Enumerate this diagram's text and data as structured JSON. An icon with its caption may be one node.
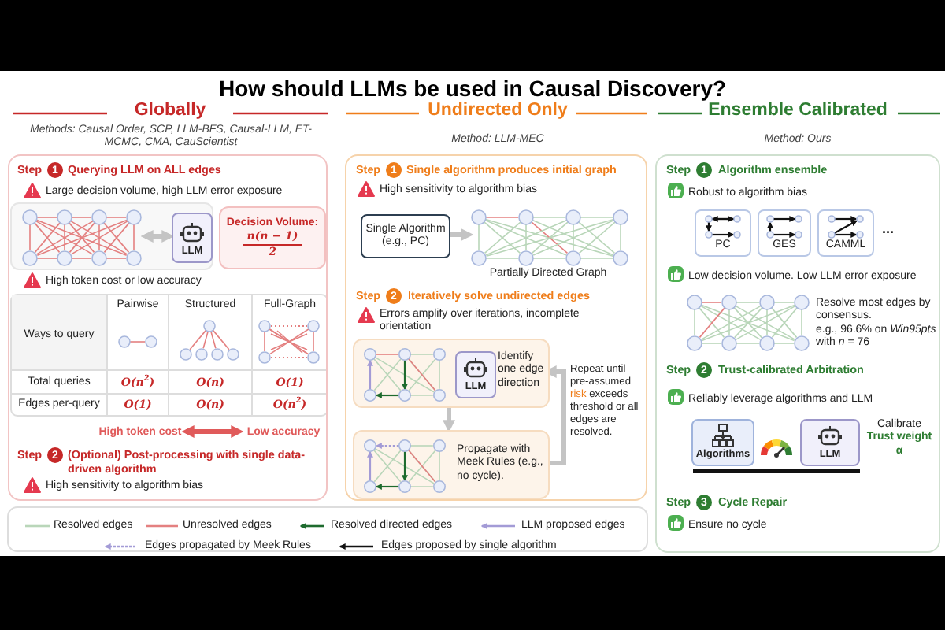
{
  "diagram": {
    "title": "How should LLMs be used in Causal Discovery?",
    "nodes": [
      {
        "text": [
          "Step",
          "1",
          "Querying LLM on ALL edges",
          "Large decision volume, high LLM error exposure",
          "High token cost or low accuracy",
          "Step",
          "2",
          "(Optional) Post-processing with single data-driven algorithm",
          "High sensitivity to algorithm bias"
        ]
      },
      {
        "text": [],
        "shape": "picture",
        "in": 0
      },
      {
        "text": [
          "LLM"
        ],
        "in": 0
      },
      {
        "text": [
          "Decision Volume:",
          "n(n − 1)",
          "2"
        ],
        "in": 0
      },
      {
        "text": [
          "High token cost"
        ],
        "in": 0
      },
      {
        "text": [
          "Low accuracy"
        ],
        "in": 0
      },
      {
        "text": [
          "Step",
          "1",
          "Single algorithm produces initial graph",
          "High sensitivity to algorithm bias",
          "Step",
          "2",
          "Iteratively solve undirected edges",
          "Errors amplify over iterations, incomplete orientation"
        ]
      },
      {
        "text": [
          "Single Algorithm (e.g., PC)"
        ],
        "in": 6
      },
      {
        "text": [],
        "shape": "picture",
        "in": 6,
        "beside": [
          "Partially Directed Graph"
        ]
      },
      {
        "text": [
          "Identify one edge direction"
        ],
        "in": 6
      },
      {
        "text": [
          "LLM"
        ],
        "in": 9
      },
      {
        "text": [
          "Propagate with Meek Rules (e.g., no cycle)."
        ],
        "in": 6
      },
      {
        "text": [
          "Step",
          "1",
          "Algorithm ensemble",
          "Robust to algorithm bias",
          "Low decision volume. Low LLM error exposure",
          "Step",
          "2",
          "Trust-calibrated Arbitration",
          "Reliably leverage algorithms and LLM",
          "Step",
          "3",
          "Cycle Repair",
          "Ensure no cycle"
        ]
      },
      {
        "text": [
          "PC"
        ],
        "in": 12
      },
      {
        "text": [
          "GES"
        ],
        "in": 12
      },
      {
        "text": [
          "CAMML"
        ],
        "in": 12
      },
      {
        "text": [
          "Algorithms"
        ],
        "in": 12
      },
      {
        "text": [
          "LLM"
        ],
        "in": 12
      }
    ],
    "edges": [
      {
        "from": 1,
        "to": 2,
        "arrow": "both"
      },
      {
        "from": 4,
        "to": 5,
        "arrow": "both",
        "color": "#e05a5a"
      },
      {
        "from": 7,
        "to": 8,
        "arrow": "to"
      },
      {
        "from": 9,
        "to": 11,
        "arrow": "to"
      },
      {
        "from": 11,
        "to": 9,
        "arrow": "to"
      }
    ],
    "labels": [
      "Globally",
      "Methods: Causal Order, SCP, LLM-BFS, Causal-LLM, ET-MCMC, CMA, CauScientist",
      "Undirected Only",
      "Method: LLM-MEC",
      "Ensemble Calibrated",
      "Method: Ours",
      "Pairwise",
      "Structured",
      "Full-Graph",
      "Ways to query",
      "Total queries",
      "O(n$^{2}$)",
      "O(n)",
      "O(1)",
      "Edges per-query",
      "O(1)",
      "O(n)",
      "O(n$^{2}$)",
      "Repeat until pre-assumed **risk** exceeds threshold or all edges are resolved.",
      "...",
      "Resolve most edges by consensus.",
      "e.g., 96.6% on *Win95pts* with *n* = 76",
      "Calibrate **Trust weight α**"
    ],
    "legend": [
      {
        "text": "Resolved edges"
      },
      {
        "text": "Unresolved edges"
      },
      {
        "text": "Resolved directed edges"
      },
      {
        "text": "LLM proposed edges"
      },
      {
        "text": "Edges propagated by Meek Rules"
      },
      {
        "text": "Edges proposed by single algorithm"
      }
    ]
  }
}
